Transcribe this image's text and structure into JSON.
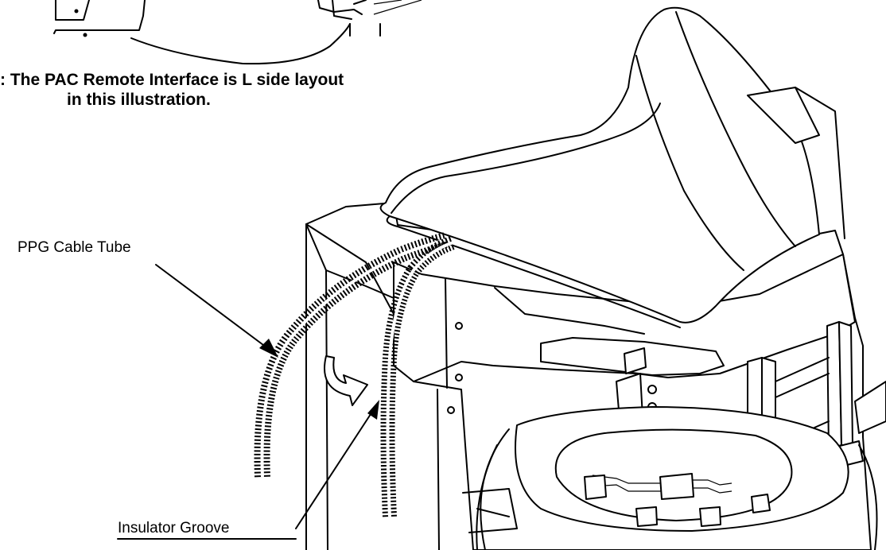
{
  "note": {
    "line1": "E: The PAC Remote Interface is L side layout",
    "line2": "in this illustration."
  },
  "callouts": {
    "cable_tube": "PPG Cable Tube",
    "insulator_groove": "Insulator Groove"
  }
}
